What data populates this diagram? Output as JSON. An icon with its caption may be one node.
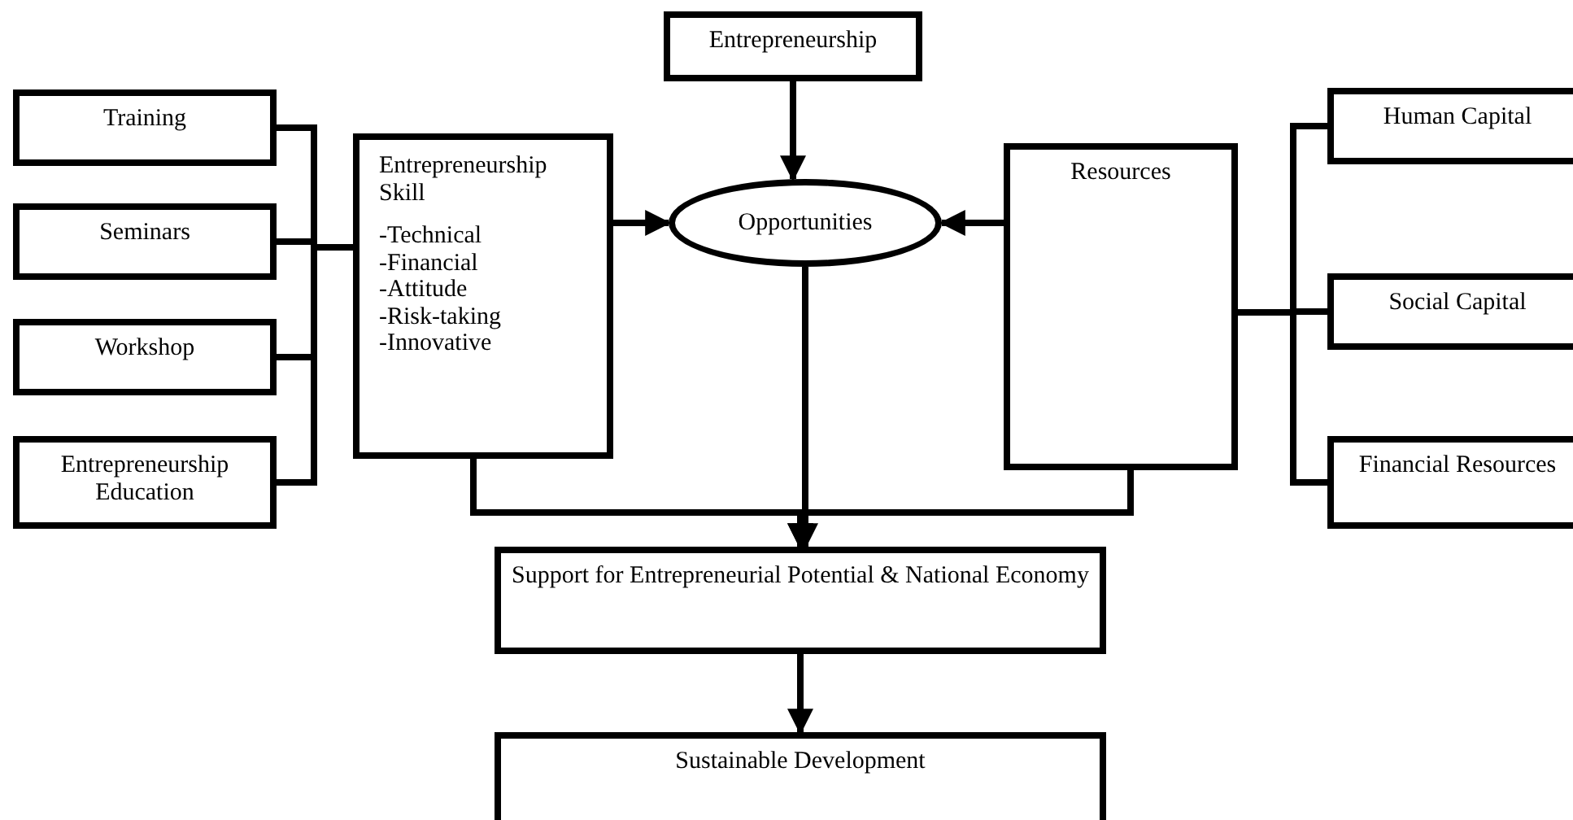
{
  "diagram": {
    "nodes": [
      {
        "text": [
          "Training"
        ]
      },
      {
        "text": [
          "Seminars"
        ]
      },
      {
        "text": [
          "Workshop"
        ]
      },
      {
        "text": [
          "Entrepreneurship Education"
        ]
      },
      {
        "text": [
          "Entrepreneurship Skill",
          "-Technical",
          "-Financial",
          "-Attitude",
          "-Risk-taking",
          "-Innovative"
        ]
      },
      {
        "text": [
          "Entrepreneurship"
        ]
      },
      {
        "text": [
          "Opportunities"
        ]
      },
      {
        "text": [
          "Resources"
        ]
      },
      {
        "text": [
          "Human Capital"
        ]
      },
      {
        "text": [
          "Social Capital"
        ]
      },
      {
        "text": [
          "Financial Resources"
        ]
      },
      {
        "text": [
          "Support for Entrepreneurial Potential & National Economy"
        ]
      },
      {
        "text": [
          "Sustainable Development"
        ]
      }
    ],
    "edges": [
      {
        "from": 0,
        "to": 4,
        "arrow": "none"
      },
      {
        "from": 1,
        "to": 4,
        "arrow": "none"
      },
      {
        "from": 2,
        "to": 4,
        "arrow": "none"
      },
      {
        "from": 3,
        "to": 4,
        "arrow": "none"
      },
      {
        "from": 4,
        "to": 6,
        "arrow": "to"
      },
      {
        "from": 5,
        "to": 6,
        "arrow": "to"
      },
      {
        "from": 7,
        "to": 6,
        "arrow": "to"
      },
      {
        "from": 8,
        "to": 7,
        "arrow": "none"
      },
      {
        "from": 9,
        "to": 7,
        "arrow": "none"
      },
      {
        "from": 10,
        "to": 7,
        "arrow": "none"
      },
      {
        "from": 6,
        "to": 11,
        "arrow": "to"
      },
      {
        "from": 4,
        "to": 11,
        "arrow": "to"
      },
      {
        "from": 7,
        "to": 11,
        "arrow": "to"
      },
      {
        "from": 11,
        "to": 12,
        "arrow": "to"
      }
    ]
  }
}
